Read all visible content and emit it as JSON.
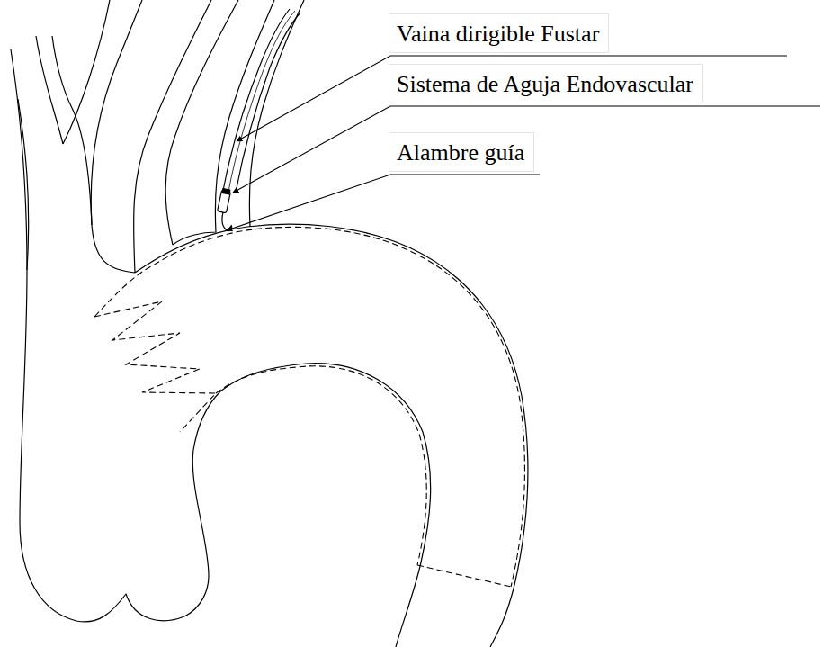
{
  "diagram": {
    "labels": [
      "Vaina dirigible Fustar",
      "Sistema de Aguja Endovascular",
      "Alambre guía"
    ]
  }
}
